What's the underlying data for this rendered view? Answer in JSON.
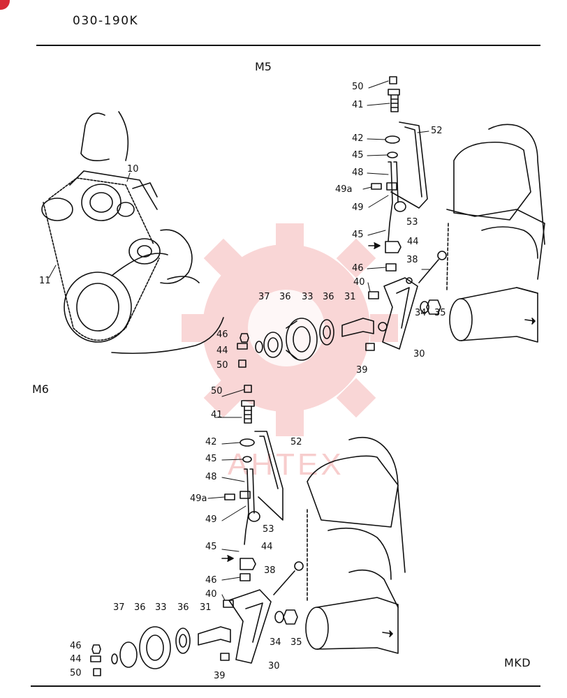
{
  "header": {
    "page_code": "030-190K"
  },
  "sections": {
    "top": "M5",
    "bottom": "M6"
  },
  "footer": {
    "page_tag": "MKD"
  },
  "watermark": {
    "text": "AHTEX",
    "color": "#f28b8b"
  },
  "colors": {
    "ink": "#111111",
    "accent_dot": "#d72a36"
  },
  "callouts_m5": {
    "c50": "50",
    "c41": "41",
    "c42": "42",
    "c52": "52",
    "c45a": "45",
    "c48": "48",
    "c49a": "49a",
    "c49": "49",
    "c53": "53",
    "c45b": "45",
    "c44": "44",
    "c46": "46",
    "c38": "38",
    "c40": "40",
    "c37": "37",
    "c36a": "36",
    "c33": "33",
    "c36b": "36",
    "c31": "31",
    "c34": "34",
    "c35": "35",
    "c46b": "46",
    "c44b": "44",
    "c50b": "50",
    "c39": "39",
    "c30": "30",
    "c10": "10",
    "c11": "11"
  },
  "callouts_m6": {
    "c50": "50",
    "c41": "41",
    "c42": "42",
    "c52": "52",
    "c45a": "45",
    "c48": "48",
    "c49a": "49a",
    "c49": "49",
    "c53": "53",
    "c45b": "45",
    "c44": "44",
    "c46": "46",
    "c38": "38",
    "c40": "40",
    "c37": "37",
    "c36a": "36",
    "c33": "33",
    "c36b": "36",
    "c31": "31",
    "c34": "34",
    "c35": "35",
    "c46b": "46",
    "c44b": "44",
    "c50b": "50",
    "c39": "39",
    "c30": "30"
  }
}
